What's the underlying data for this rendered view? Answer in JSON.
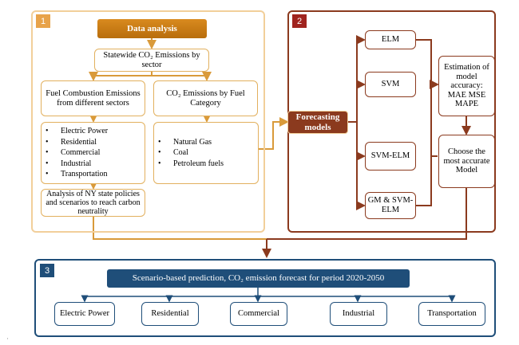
{
  "panels": {
    "p1": "1",
    "p2": "2",
    "p3": "3"
  },
  "data_analysis": "Data analysis",
  "statewide": "Statewide CO₂ Emissions by sector",
  "fuel_combustion": "Fuel Combustion Emissions from different sectors",
  "co2_fuel_category": "CO₂ Emissions by Fuel Category",
  "sectors": [
    "Electric Power",
    "Residential",
    "Commercial",
    "Industrial",
    "Transportation"
  ],
  "fuels": [
    "Natural Gas",
    "Coal",
    "Petroleum fuels"
  ],
  "policy_analysis": "Analysis of NY state policies and scenarios to reach carbon neutrality",
  "forecasting_models": "Forecasting models",
  "models": {
    "elm": "ELM",
    "svm": "SVM",
    "svm_elm": "SVM-ELM",
    "gm_svm_elm": "GM & SVM-ELM"
  },
  "accuracy": "Estimation of model accuracy: MAE MSE MAPE",
  "choose": "Choose the most accurate Model",
  "scenario": "Scenario-based prediction, CO₂ emission forecast for period  2020-2050",
  "outputs": [
    "Electric Power",
    "Residential",
    "Commercial",
    "Industrial",
    "Transportation"
  ],
  "corner_mark": "·"
}
